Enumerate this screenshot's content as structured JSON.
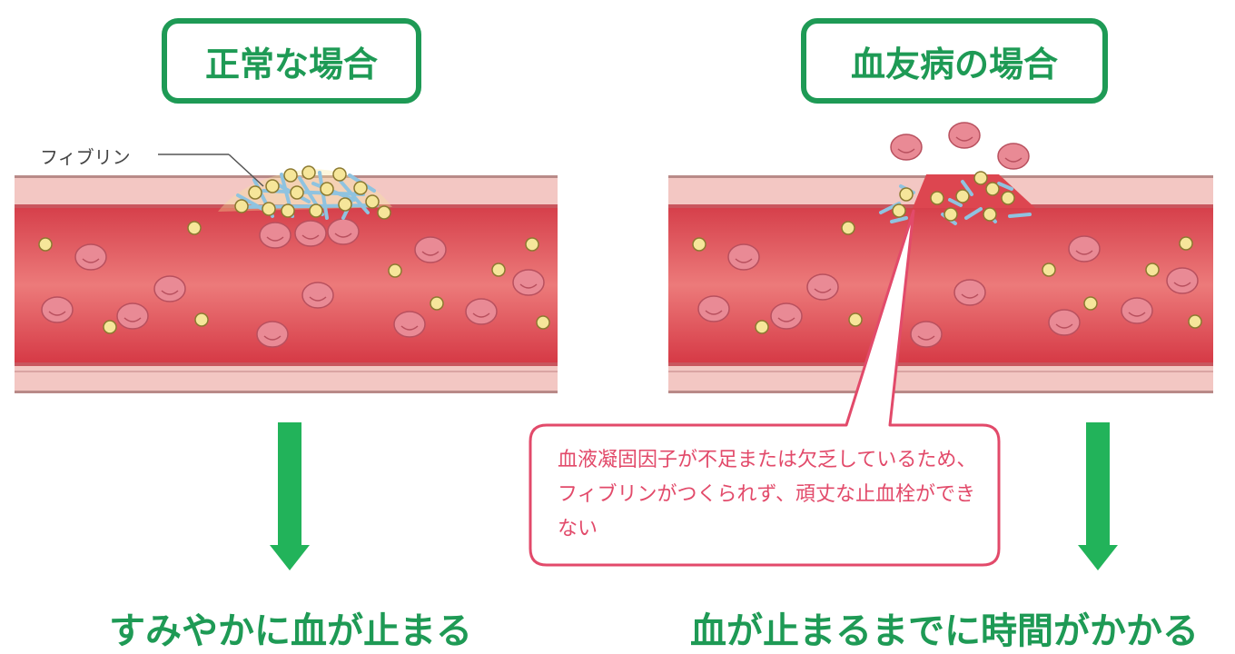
{
  "normal": {
    "title": "正常な場合",
    "fibrin_label": "フィブリン",
    "result": "すみやかに血が止まる"
  },
  "hemophilia": {
    "title": "血友病の場合",
    "result": "血が止まるまでに時間がかかる",
    "callout": "血液凝固因子が不足または欠乏しているため、フィブリンがつくられず、頑丈な止血栓ができない"
  },
  "colors": {
    "green": "#1e9a55",
    "arrow": "#22b35a",
    "vessel_wall": "#f3c7c3",
    "blood": "#dd4650",
    "red_cell": "#e98a95",
    "platelet": "#f6e69a",
    "fibrin": "#8fc3e0",
    "callout": "#e24a6a"
  }
}
